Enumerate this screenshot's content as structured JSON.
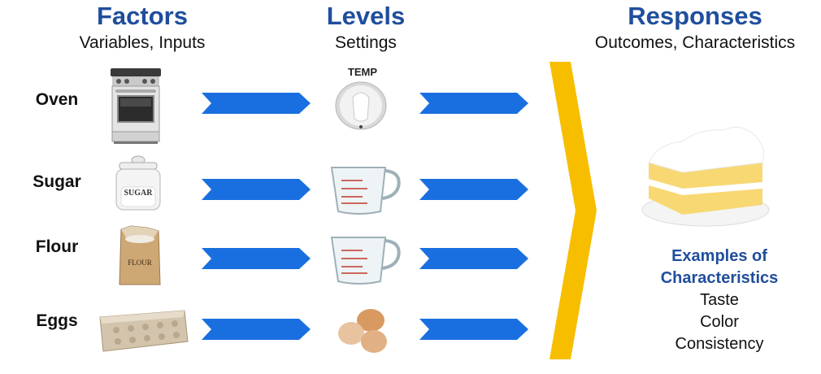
{
  "columns": {
    "factors": {
      "title": "Factors",
      "subtitle": "Variables, Inputs"
    },
    "levels": {
      "title": "Levels",
      "subtitle": "Settings"
    },
    "responses": {
      "title": "Responses",
      "subtitle": "Outcomes, Characteristics"
    }
  },
  "factors": [
    {
      "label": "Oven",
      "icon": "oven-icon",
      "level_icon": "temperature-knob-icon"
    },
    {
      "label": "Sugar",
      "icon": "sugar-jar-icon",
      "jar_text": "SUGAR",
      "level_icon": "measuring-cup-icon"
    },
    {
      "label": "Flour",
      "icon": "flour-bag-icon",
      "bag_text": "FLOUR",
      "level_icon": "measuring-cup-icon"
    },
    {
      "label": "Eggs",
      "icon": "egg-carton-icon",
      "level_icon": "eggs-icon"
    }
  ],
  "temp_label": "TEMP",
  "characteristics": {
    "title_line1": "Examples of",
    "title_line2": "Characteristics",
    "items": [
      "Taste",
      "Color",
      "Consistency"
    ]
  },
  "colors": {
    "heading_blue": "#1f4e9c",
    "arrow_blue": "#1a6fe0",
    "chevron_yellow": "#f7be00"
  }
}
